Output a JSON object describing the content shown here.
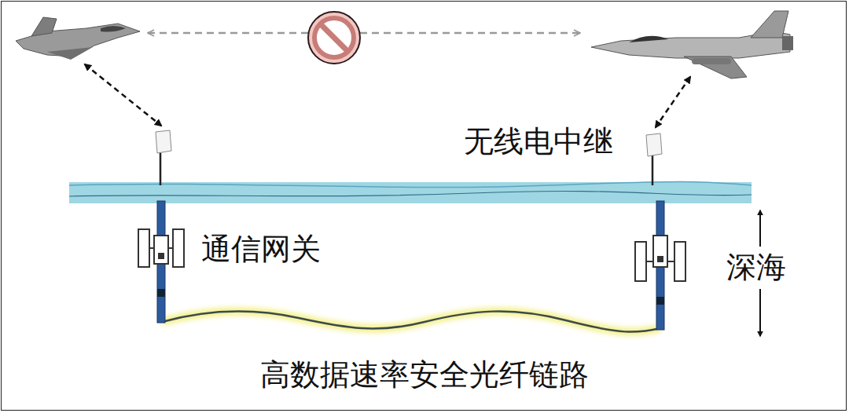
{
  "diagram": {
    "labels": [
      "无线电中继",
      "通信网关",
      "深海",
      "高数据速率安全光纤链路"
    ]
  }
}
